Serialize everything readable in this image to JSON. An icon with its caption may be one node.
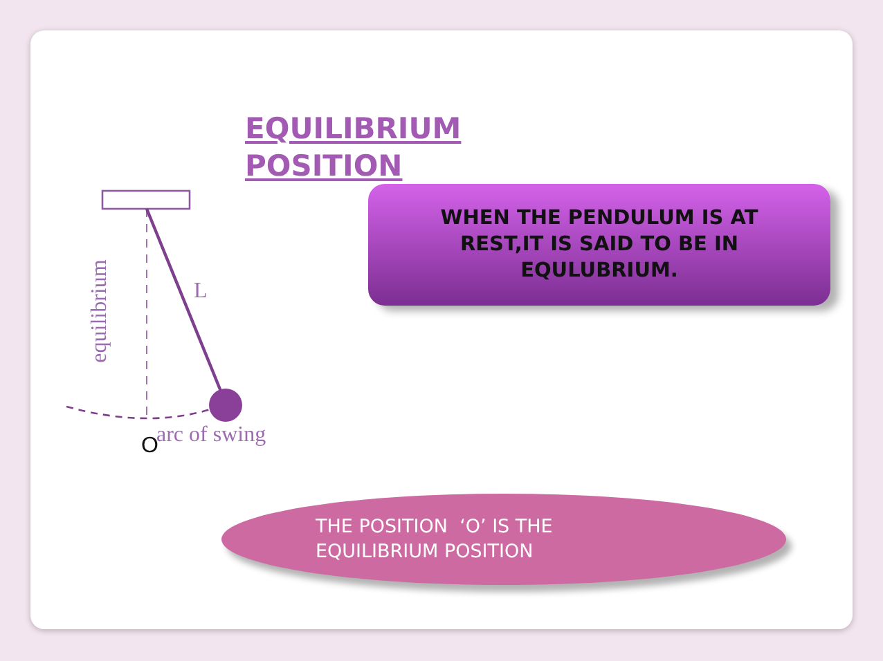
{
  "diagram": {
    "title": "EQUILIBRIUM POSITION",
    "nodes": [
      {
        "text": [
          "WHEN THE PENDULUM IS AT REST,IT IS SAID TO BE IN EQULUBRIUM."
        ]
      },
      {
        "text": [
          "THE POSITION  ‘O’ IS THE EQUILIBRIUM POSITION"
        ]
      }
    ],
    "labels": [
      "equilibrium",
      "L",
      "arc of swing",
      "O"
    ]
  }
}
